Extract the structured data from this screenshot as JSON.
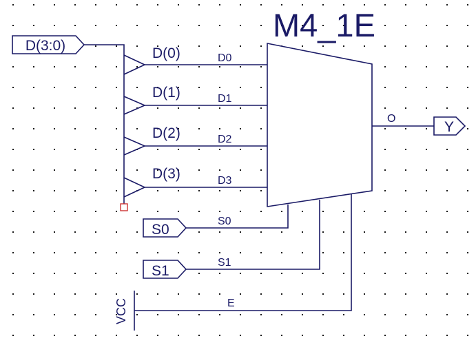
{
  "component": {
    "name": "M4_1E",
    "output_pin": "O"
  },
  "bus": {
    "label": "D(3:0)"
  },
  "taps": [
    {
      "bus_label": "D(0)",
      "pin": "D0"
    },
    {
      "bus_label": "D(1)",
      "pin": "D1"
    },
    {
      "bus_label": "D(2)",
      "pin": "D2"
    },
    {
      "bus_label": "D(3)",
      "pin": "D3"
    }
  ],
  "selects": [
    {
      "port": "S0",
      "net": "S0"
    },
    {
      "port": "S1",
      "net": "S1"
    }
  ],
  "enable": {
    "source": "VCC",
    "net": "E"
  },
  "output": {
    "port": "Y"
  },
  "colors": {
    "wire": "#1a1a66",
    "marker": "#cc3333",
    "grid": "#1a1a1a"
  }
}
